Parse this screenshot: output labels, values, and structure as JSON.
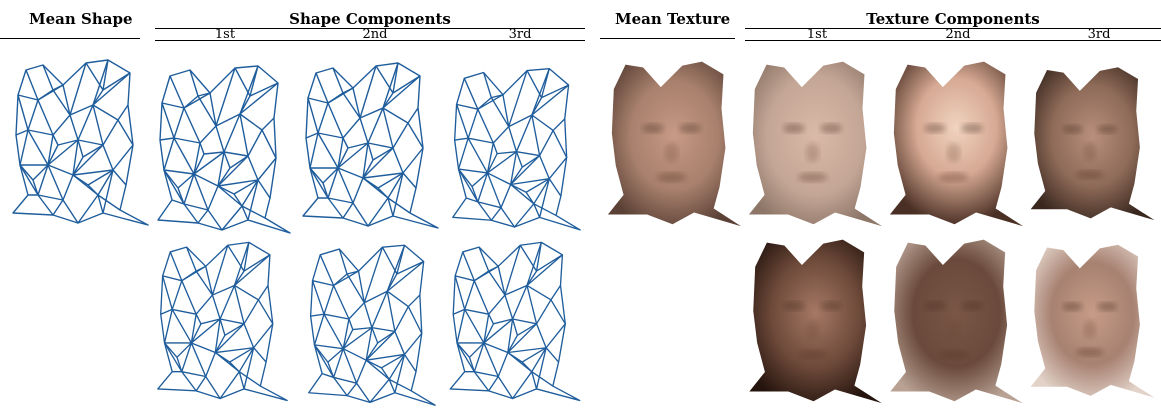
{
  "shape": {
    "title": "Mean Shape",
    "group_title": "Shape Components",
    "columns": [
      "1st",
      "2nd",
      "3rd"
    ]
  },
  "texture": {
    "title": "Mean Texture",
    "group_title": "Texture Components",
    "columns": [
      "1st",
      "2nd",
      "3rd"
    ]
  },
  "colors": {
    "mesh": "#1f5d9c",
    "skin_light": "#e7c8b6",
    "skin_mid": "#b48a76",
    "skin_dark": "#3c2418"
  }
}
